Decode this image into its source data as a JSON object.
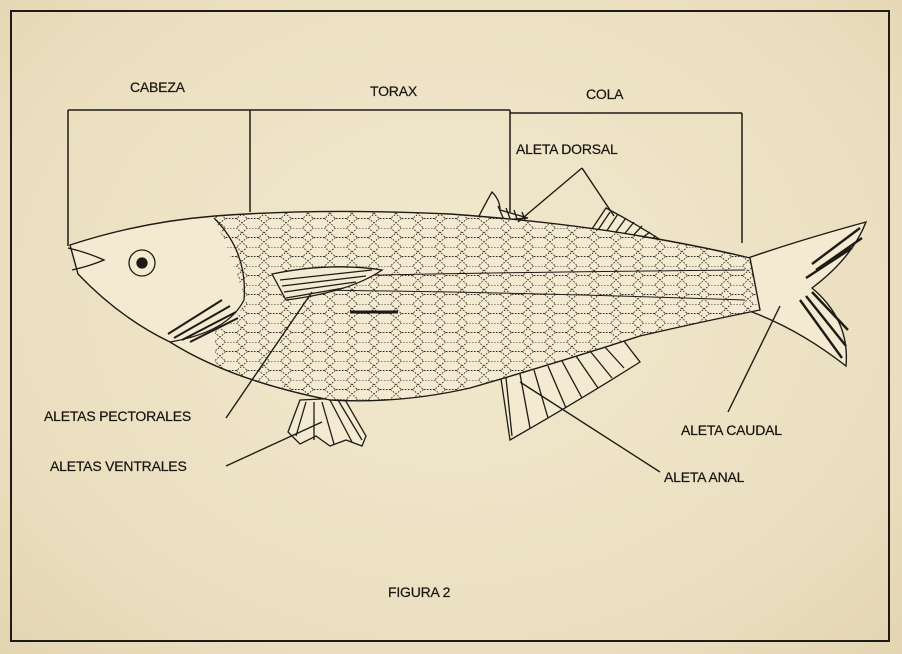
{
  "sections": {
    "head": "CABEZA",
    "thorax": "TORAX",
    "tail": "COLA"
  },
  "labels": {
    "dorsal_fin": "ALETA DORSAL",
    "pectoral_fins": "ALETAS PECTORALES",
    "ventral_fins": "ALETAS VENTRALES",
    "anal_fin": "ALETA ANAL",
    "caudal_fin": "ALETA CAUDAL"
  },
  "caption": "FIGURA 2",
  "colors": {
    "paper": "#eee3c6",
    "ink": "#1e1b16"
  }
}
